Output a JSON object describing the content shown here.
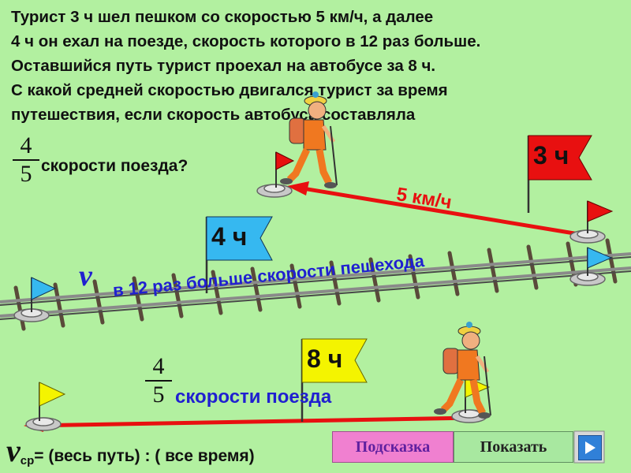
{
  "problem": {
    "lines": [
      "Турист 3 ч шел пешком со скоростью 5 км/ч, а далее",
      "4 ч он ехал на поезде, скорость которого в 12 раз больше.",
      "Оставшийся путь турист проехал на автобусе за 8 ч.",
      "С какой средней скоростью двигался турист за время",
      "путешествия, если скорость автобуса составляла"
    ]
  },
  "fraction_top": {
    "numerator": "4",
    "denominator": "5",
    "text": "скорости поезда?"
  },
  "walk": {
    "flag_label": "3 ч",
    "speed_label": "5 км/ч",
    "flag_color": "#e81010"
  },
  "train": {
    "flag_label": "4 ч",
    "speed_symbol": "v",
    "speed_text": "в 12 раз больше скорости пешехода",
    "flag_color": "#36b8f0"
  },
  "bus": {
    "flag_label": "8 ч",
    "fraction_numerator": "4",
    "fraction_denominator": "5",
    "text": "скорости поезда",
    "flag_color": "#f4f400"
  },
  "formula": {
    "symbol": "v",
    "subscript": "ср",
    "text": "= (весь путь) : ( все время)"
  },
  "buttons": {
    "hint": "Подсказка",
    "show": "Показать"
  },
  "colors": {
    "background": "#b2f0a0",
    "accent_blue": "#2020d0",
    "hint_button": "#f080d0",
    "show_button": "#a8e8a0",
    "play_button": "#3080d8"
  }
}
